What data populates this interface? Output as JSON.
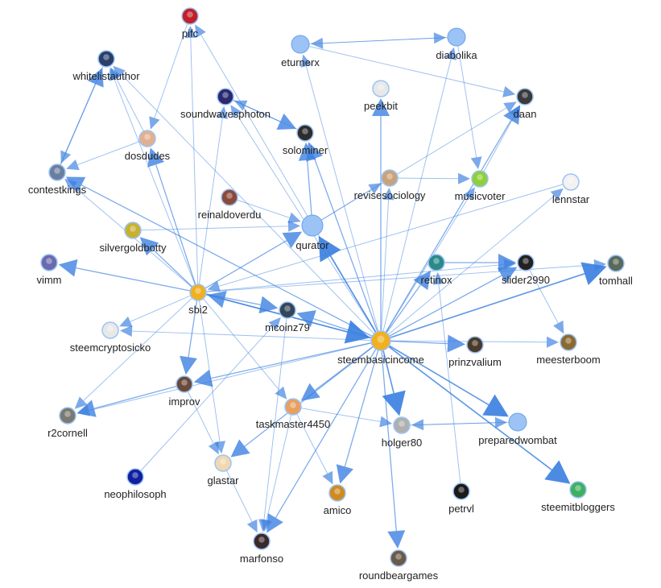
{
  "graph": {
    "edge_color": "#3a7fe0",
    "light_node_color": "#9cc3f5",
    "nodes": [
      {
        "id": "pifc",
        "label": "pifc",
        "color": "#c0202a",
        "style": "avatar"
      },
      {
        "id": "whitelistauthor",
        "label": "whitelistauthor",
        "color": "#2a3f6a",
        "style": "avatar"
      },
      {
        "id": "eturnerx",
        "label": "eturnerx",
        "color": "#9cc3f5",
        "style": "plain"
      },
      {
        "id": "diabolika",
        "label": "diabolika",
        "color": "#9cc3f5",
        "style": "plain"
      },
      {
        "id": "peekbit",
        "label": "peekbit",
        "color": "#e8e8e8",
        "style": "avatar"
      },
      {
        "id": "daan",
        "label": "daan",
        "color": "#3a3a3a",
        "style": "avatar"
      },
      {
        "id": "soundwavesphoton",
        "label": "soundwavesphoton",
        "color": "#2a2a70",
        "style": "avatar"
      },
      {
        "id": "solominer",
        "label": "solominer",
        "color": "#2d2d2d",
        "style": "avatar"
      },
      {
        "id": "dosdudes",
        "label": "dosdudes",
        "color": "#e2b08f",
        "style": "avatar"
      },
      {
        "id": "contestkings",
        "label": "contestkings",
        "color": "#6a7fa0",
        "style": "avatar"
      },
      {
        "id": "revisesociology",
        "label": "revisesociology",
        "color": "#c9a27a",
        "style": "avatar"
      },
      {
        "id": "musicvoter",
        "label": "musicvoter",
        "color": "#8fcf3a",
        "style": "avatar"
      },
      {
        "id": "lennstar",
        "label": "lennstar",
        "color": "#f2f2f2",
        "style": "avatar"
      },
      {
        "id": "reinaldoverdu",
        "label": "reinaldoverdu",
        "color": "#8a4a3a",
        "style": "avatar"
      },
      {
        "id": "qurator",
        "label": "qurator",
        "color": "#9cc3f5",
        "style": "plain"
      },
      {
        "id": "silvergoldbotty",
        "label": "silvergoldbotty",
        "color": "#c8b030",
        "style": "avatar"
      },
      {
        "id": "vimm",
        "label": "vimm",
        "color": "#6a6ab0",
        "style": "avatar"
      },
      {
        "id": "retinox",
        "label": "retinox",
        "color": "#2a8a8a",
        "style": "avatar"
      },
      {
        "id": "slider2990",
        "label": "slider2990",
        "color": "#222222",
        "style": "avatar"
      },
      {
        "id": "tomhall",
        "label": "tomhall",
        "color": "#5a6a5a",
        "style": "avatar"
      },
      {
        "id": "sbi2",
        "label": "sbi2",
        "color": "#f0b020",
        "style": "avatar"
      },
      {
        "id": "mcoinz79",
        "label": "mcoinz79",
        "color": "#34465a",
        "style": "avatar"
      },
      {
        "id": "steemcryptosicko",
        "label": "steemcryptosicko",
        "color": "#e8e8e8",
        "style": "avatar"
      },
      {
        "id": "steembasicincome",
        "label": "steembasicincome",
        "color": "#f0b020",
        "style": "avatar"
      },
      {
        "id": "prinzvalium",
        "label": "prinzvalium",
        "color": "#4a3a2a",
        "style": "avatar"
      },
      {
        "id": "meesterboom",
        "label": "meesterboom",
        "color": "#8a6a30",
        "style": "avatar"
      },
      {
        "id": "improv",
        "label": "improv",
        "color": "#6a4a3a",
        "style": "avatar"
      },
      {
        "id": "r2cornell",
        "label": "r2cornell",
        "color": "#7a7a70",
        "style": "avatar"
      },
      {
        "id": "taskmaster4450",
        "label": "taskmaster4450",
        "color": "#e8a060",
        "style": "avatar"
      },
      {
        "id": "holger80",
        "label": "holger80",
        "color": "#b0b0b0",
        "style": "avatar"
      },
      {
        "id": "preparedwombat",
        "label": "preparedwombat",
        "color": "#9cc3f5",
        "style": "plain"
      },
      {
        "id": "neophilosoph",
        "label": "neophilosoph",
        "color": "#1020a0",
        "style": "avatar"
      },
      {
        "id": "glastar",
        "label": "glastar",
        "color": "#f0d8b0",
        "style": "avatar"
      },
      {
        "id": "amico",
        "label": "amico",
        "color": "#d08a20",
        "style": "avatar"
      },
      {
        "id": "petrvl",
        "label": "petrvl",
        "color": "#1a1a1a",
        "style": "avatar"
      },
      {
        "id": "steemitbloggers",
        "label": "steemitbloggers",
        "color": "#40b060",
        "style": "avatar"
      },
      {
        "id": "marfonso",
        "label": "marfonso",
        "color": "#3a2a2a",
        "style": "avatar"
      },
      {
        "id": "roundbeargames",
        "label": "roundbeargames",
        "color": "#6a5a4a",
        "style": "avatar"
      }
    ],
    "edges": [
      [
        "steembasicincome",
        "qurator",
        3
      ],
      [
        "steembasicincome",
        "solominer",
        2
      ],
      [
        "steembasicincome",
        "eturnerx",
        1
      ],
      [
        "steembasicincome",
        "diabolika",
        1
      ],
      [
        "steembasicincome",
        "daan",
        2
      ],
      [
        "steembasicincome",
        "peekbit",
        2
      ],
      [
        "steembasicincome",
        "revisesociology",
        1
      ],
      [
        "steembasicincome",
        "musicvoter",
        1
      ],
      [
        "steembasicincome",
        "retinox",
        2
      ],
      [
        "steembasicincome",
        "slider2990",
        2
      ],
      [
        "steembasicincome",
        "tomhall",
        3
      ],
      [
        "steembasicincome",
        "prinzvalium",
        2
      ],
      [
        "steembasicincome",
        "meesterboom",
        1
      ],
      [
        "steembasicincome",
        "preparedwombat",
        3
      ],
      [
        "steembasicincome",
        "steemitbloggers",
        3
      ],
      [
        "steembasicincome",
        "holger80",
        3
      ],
      [
        "steembasicincome",
        "roundbeargames",
        2
      ],
      [
        "steembasicincome",
        "amico",
        2
      ],
      [
        "steembasicincome",
        "taskmaster4450",
        2
      ],
      [
        "steembasicincome",
        "mcoinz79",
        2
      ],
      [
        "steembasicincome",
        "sbi2",
        2
      ],
      [
        "steembasicincome",
        "improv",
        2
      ],
      [
        "steembasicincome",
        "r2cornell",
        1
      ],
      [
        "steembasicincome",
        "glastar",
        2
      ],
      [
        "steembasicincome",
        "marfonso",
        2
      ],
      [
        "steembasicincome",
        "steemcryptosicko",
        1
      ],
      [
        "steembasicincome",
        "contestkings",
        2
      ],
      [
        "steembasicincome",
        "whitelistauthor",
        1
      ],
      [
        "steembasicincome",
        "pifc",
        1
      ],
      [
        "steembasicincome",
        "soundwavesphoton",
        1
      ],
      [
        "steembasicincome",
        "lennstar",
        1
      ],
      [
        "sbi2",
        "vimm",
        2
      ],
      [
        "sbi2",
        "silvergoldbotty",
        2
      ],
      [
        "sbi2",
        "contestkings",
        1
      ],
      [
        "sbi2",
        "dosdudes",
        2
      ],
      [
        "sbi2",
        "whitelistauthor",
        1
      ],
      [
        "sbi2",
        "pifc",
        1
      ],
      [
        "sbi2",
        "qurator",
        2
      ],
      [
        "sbi2",
        "mcoinz79",
        2
      ],
      [
        "sbi2",
        "steembasicincome",
        3
      ],
      [
        "sbi2",
        "improv",
        2
      ],
      [
        "sbi2",
        "glastar",
        1
      ],
      [
        "sbi2",
        "steemcryptosicko",
        1
      ],
      [
        "sbi2",
        "r2cornell",
        1
      ],
      [
        "sbi2",
        "soundwavesphoton",
        1
      ],
      [
        "sbi2",
        "slider2990",
        1
      ],
      [
        "sbi2",
        "tomhall",
        1
      ],
      [
        "sbi2",
        "taskmaster4450",
        1
      ],
      [
        "qurator",
        "solominer",
        2
      ],
      [
        "qurator",
        "revisesociology",
        1
      ],
      [
        "qurator",
        "daan",
        1
      ],
      [
        "reinaldoverdu",
        "qurator",
        1
      ],
      [
        "silvergoldbotty",
        "qurator",
        1
      ],
      [
        "eturnerx",
        "diabolika",
        1
      ],
      [
        "diabolika",
        "eturnerx",
        1
      ],
      [
        "eturnerx",
        "daan",
        1
      ],
      [
        "diabolika",
        "musicvoter",
        1
      ],
      [
        "taskmaster4450",
        "holger80",
        1
      ],
      [
        "taskmaster4450",
        "amico",
        1
      ],
      [
        "improv",
        "r2cornell",
        2
      ],
      [
        "improv",
        "glastar",
        1
      ],
      [
        "mcoinz79",
        "marfonso",
        1
      ],
      [
        "preparedwombat",
        "holger80",
        1
      ],
      [
        "solominer",
        "soundwavesphoton",
        1
      ],
      [
        "soundwavesphoton",
        "solominer",
        2
      ],
      [
        "whitelistauthor",
        "contestkings",
        1
      ],
      [
        "contestkings",
        "whitelistauthor",
        2
      ],
      [
        "dosdudes",
        "contestkings",
        1
      ],
      [
        "pifc",
        "dosdudes",
        1
      ],
      [
        "dosdudes",
        "whitelistauthor",
        1
      ],
      [
        "retinox",
        "slider2990",
        2
      ],
      [
        "slider2990",
        "meesterboom",
        1
      ],
      [
        "lennstar",
        "sbi2",
        1
      ],
      [
        "musicvoter",
        "daan",
        1
      ],
      [
        "revisesociology",
        "musicvoter",
        1
      ],
      [
        "neophilosoph",
        "mcoinz79",
        1
      ],
      [
        "petrvl",
        "retinox",
        1
      ],
      [
        "taskmaster4450",
        "marfonso",
        1
      ],
      [
        "holger80",
        "preparedwombat",
        1
      ],
      [
        "glastar",
        "marfonso",
        1
      ]
    ]
  }
}
